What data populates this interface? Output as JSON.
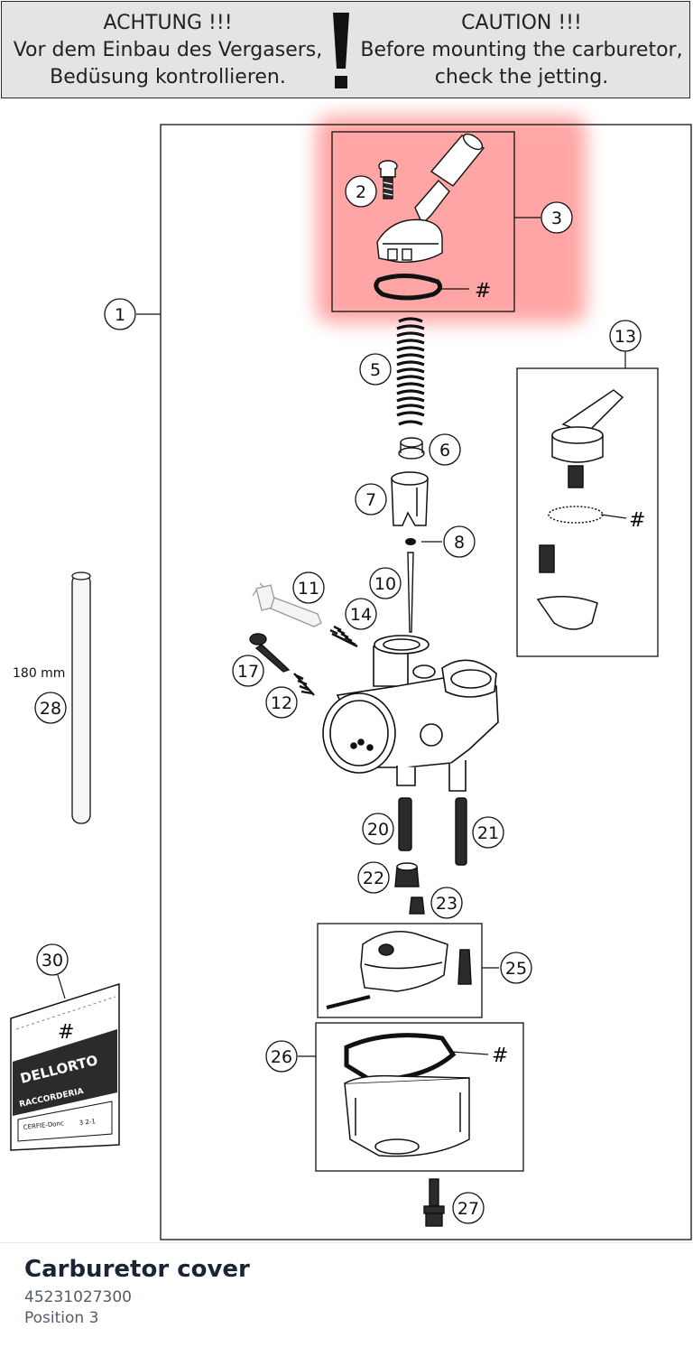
{
  "warning": {
    "de_line1": "ACHTUNG !!!",
    "de_line2": "Vor dem Einbau des Vergasers,",
    "de_line3": "Bedüsung kontrollieren.",
    "en_line1": "CAUTION !!!",
    "en_line2": "Before mounting the carburetor,",
    "en_line3": "check the jetting."
  },
  "diagram": {
    "highlight_color": "#ff4d4d",
    "callouts": [
      "1",
      "2",
      "3",
      "5",
      "6",
      "7",
      "8",
      "10",
      "11",
      "12",
      "13",
      "14",
      "17",
      "20",
      "21",
      "22",
      "23",
      "25",
      "26",
      "27",
      "28",
      "30"
    ],
    "hash_marks": [
      "#",
      "#",
      "#",
      "#"
    ],
    "tube_length": "180 mm",
    "bag": {
      "brand": "DELLORTO",
      "label": "RACCORDERIA",
      "code": "CERFIE-Donc",
      "number": "3 2-1"
    }
  },
  "part": {
    "name": "Carburetor cover",
    "number": "45231027300",
    "position": "Position 3"
  }
}
